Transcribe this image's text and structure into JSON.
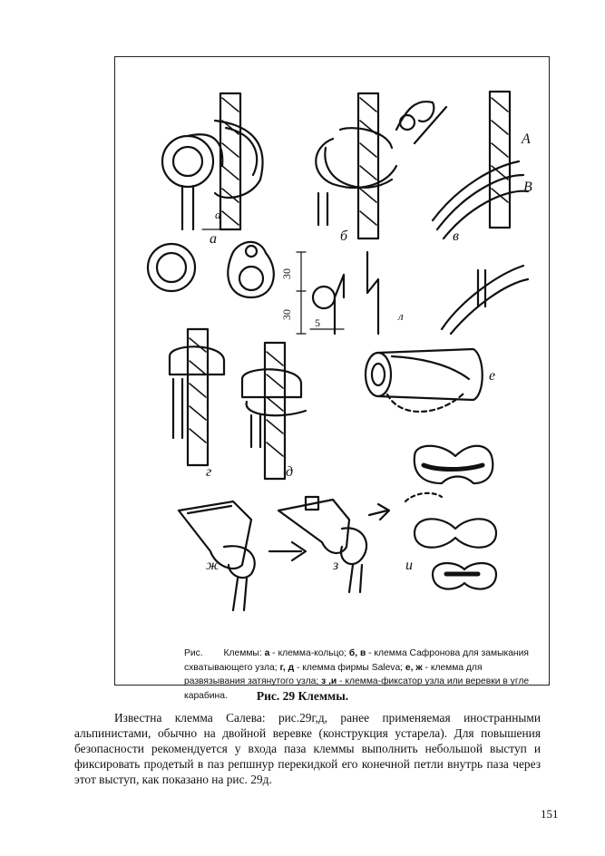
{
  "figure": {
    "labels": {
      "a": "a",
      "b": "б",
      "v": "в",
      "g": "г",
      "d": "д",
      "e": "е",
      "zh": "ж",
      "z": "з",
      "i": "и",
      "A": "A",
      "B": "B",
      "dim_d": "d",
      "dim_l": "л",
      "dim_30_top": "30",
      "dim_30_bottom": "30",
      "dim_5": "5"
    },
    "caption": {
      "prefix": "Рис.",
      "head": "Клеммы:",
      "k1": "а",
      "t1": " - клемма-кольцо;",
      "k2": "б, в",
      "t2": " - клемма Сафронова для замыкания схватывающего узла;",
      "k3": "г, д",
      "t3": " - клемма фирмы Saleva;",
      "k4": "е, ж",
      "t4": " - клемма для развязывания затянутого узла;",
      "k5": "з ,и",
      "t5": " - клемма-фиксатор узла или веревки в угле карабина."
    }
  },
  "figure_title": "Рис. 29 Клеммы.",
  "body_paragraph": "Известна клемма Салева: рис.29г,д, ранее применяемая иностранными альпинистами, обычно на двойной веревке (конструкция устарела). Для повышения безопасности рекомендуется у входа паза клеммы выполнить небольшой выступ и фиксировать продетый в паз репшнур перекидкой его конечной петли внутрь паза через этот выступ, как показано на рис. 29д.",
  "page_number": "151"
}
